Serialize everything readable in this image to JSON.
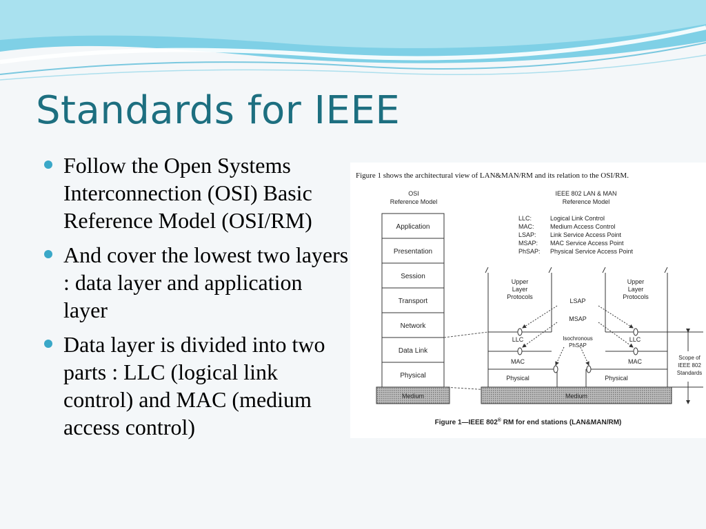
{
  "slide": {
    "title": "Standards for IEEE",
    "bullets": [
      "Follow the Open Systems Interconnection (OSI) Basic Reference Model (OSI/RM)",
      "And cover the lowest two layers : data layer and application layer",
      "Data layer is divided into two parts : LLC (logical link control)  and MAC (medium access control)"
    ],
    "accent_color": "#3aa8c8",
    "title_color": "#1d6f80"
  },
  "figure": {
    "intro": "Figure 1 shows the architectural view of LAN&MAN/RM and its relation to the OSI/RM.",
    "osi_heading": [
      "OSI",
      "Reference Model"
    ],
    "osi_layers": [
      "Application",
      "Presentation",
      "Session",
      "Transport",
      "Network",
      "Data Link",
      "Physical"
    ],
    "medium": "Medium",
    "ieee_heading": [
      "IEEE 802 LAN & MAN",
      "Reference Model"
    ],
    "legend": [
      {
        "abbr": "LLC:",
        "desc": "Logical Link Control"
      },
      {
        "abbr": "MAC:",
        "desc": "Medium Access Control"
      },
      {
        "abbr": "LSAP:",
        "desc": "Link Service Access Point"
      },
      {
        "abbr": "MSAP:",
        "desc": "MAC Service Access Point"
      },
      {
        "abbr": "PhSAP:",
        "desc": "Physical Service Access Point"
      }
    ],
    "upper_layer": [
      "Upper",
      "Layer",
      "Protocols"
    ],
    "lsap": "LSAP",
    "msap": "MSAP",
    "llc": "LLC",
    "mac": "MAC",
    "physical": "Physical",
    "isochronous": [
      "Isochronous",
      "PhSAP"
    ],
    "scope": [
      "Scope of",
      "IEEE 802",
      "Standards"
    ],
    "caption_main": "Figure 1—IEEE 802",
    "caption_reg": "®",
    "caption_rest": " RM for end stations (LAN&MAN/RM)"
  }
}
